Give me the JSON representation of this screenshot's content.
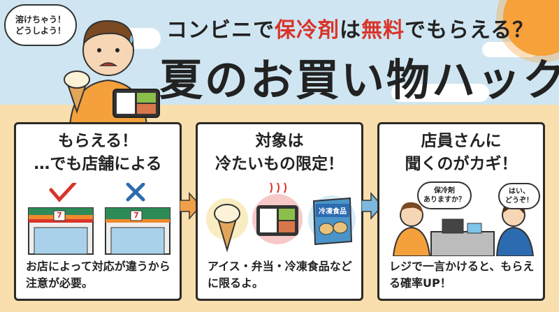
{
  "header": {
    "subtitle_parts": [
      "コンビニで",
      "保冷剤",
      "は",
      "無料",
      "でもらえる？"
    ],
    "title": "夏のお買い物ハック"
  },
  "speech_bubble": {
    "text": "溶けちゃう！\nどうしよう！"
  },
  "panels": [
    {
      "heading_line1": "もらえる！",
      "heading_line2": "…でも店舗による",
      "marks": [
        "check-mark",
        "cross-mark"
      ],
      "store_sign": "7",
      "footer": "お店によって対応が違うから注意が必要。"
    },
    {
      "heading_line1": "対象は",
      "heading_line2": "冷たいもの限定！",
      "bag_label": "冷凍食品",
      "footer": "アイス・弁当・冷凍食品などに限るよ。"
    },
    {
      "heading_line1": "店員さんに",
      "heading_line2": "聞くのがカギ！",
      "customer_bubble": "保冷剤\nありますか？",
      "clerk_bubble": "はい、\nどうぞ！",
      "footer": "レジで一言かけると、もらえる確率UP！"
    }
  ],
  "colors": {
    "accent_red": "#d9342b",
    "arrow_orange": "#f0a04a",
    "arrow_blue": "#7db8de",
    "sky": "#cfe6f2",
    "ground": "#f8dfad"
  }
}
